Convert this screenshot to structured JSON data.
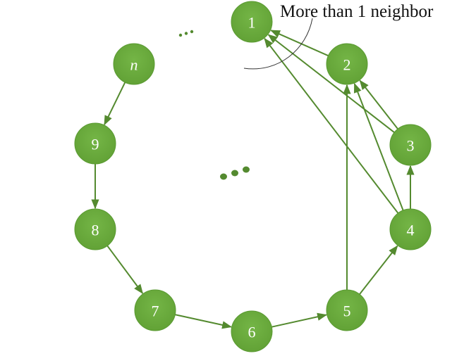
{
  "diagram": {
    "annotation": "More than 1 neighbor",
    "colors": {
      "node_fill": "#6aab3d",
      "node_stroke": "#5a9a32",
      "edge": "#548a2f",
      "label": "#ffffff",
      "annotation": "#111111"
    },
    "nodes": [
      {
        "id": "1",
        "label": "1"
      },
      {
        "id": "2",
        "label": "2"
      },
      {
        "id": "3",
        "label": "3"
      },
      {
        "id": "4",
        "label": "4"
      },
      {
        "id": "5",
        "label": "5"
      },
      {
        "id": "6",
        "label": "6"
      },
      {
        "id": "7",
        "label": "7"
      },
      {
        "id": "8",
        "label": "8"
      },
      {
        "id": "9",
        "label": "9"
      },
      {
        "id": "n",
        "label": "n"
      }
    ],
    "edges": [
      {
        "from": "n",
        "to": "9"
      },
      {
        "from": "9",
        "to": "8"
      },
      {
        "from": "8",
        "to": "7"
      },
      {
        "from": "7",
        "to": "6"
      },
      {
        "from": "6",
        "to": "5"
      },
      {
        "from": "5",
        "to": "4"
      },
      {
        "from": "5",
        "to": "2"
      },
      {
        "from": "4",
        "to": "3"
      },
      {
        "from": "4",
        "to": "2"
      },
      {
        "from": "4",
        "to": "1"
      },
      {
        "from": "3",
        "to": "2"
      },
      {
        "from": "3",
        "to": "1"
      },
      {
        "from": "2",
        "to": "1"
      }
    ]
  }
}
